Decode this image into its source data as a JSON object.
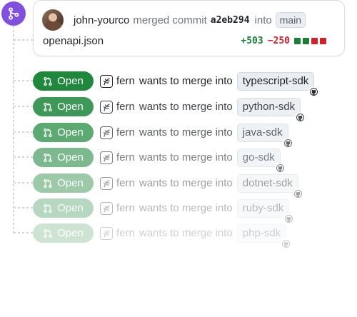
{
  "commit": {
    "author": "john-yourco",
    "action": "merged commit",
    "sha": "a2eb294",
    "into": "into",
    "branch": "main",
    "file": "openapi.json",
    "additions": "+503",
    "deletions": "−250",
    "diff_boxes": [
      "#1a7f37",
      "#1a7f37",
      "#cf222e",
      "#cf222e"
    ]
  },
  "pull_requests": [
    {
      "status": "Open",
      "bot": "fern",
      "text": "wants to merge into",
      "branch": "typescript-sdk",
      "opacity": 1.0
    },
    {
      "status": "Open",
      "bot": "fern",
      "text": "wants to merge into",
      "branch": "python-sdk",
      "opacity": 0.86
    },
    {
      "status": "Open",
      "bot": "fern",
      "text": "wants to merge into",
      "branch": "java-sdk",
      "opacity": 0.72
    },
    {
      "status": "Open",
      "bot": "fern",
      "text": "wants to merge into",
      "branch": "go-sdk",
      "opacity": 0.58
    },
    {
      "status": "Open",
      "bot": "fern",
      "text": "wants to merge into",
      "branch": "dotnet-sdk",
      "opacity": 0.44
    },
    {
      "status": "Open",
      "bot": "fern",
      "text": "wants to merge into",
      "branch": "ruby-sdk",
      "opacity": 0.32
    },
    {
      "status": "Open",
      "bot": "fern",
      "text": "wants to merge into",
      "branch": "php-sdk",
      "opacity": 0.22
    }
  ],
  "colors": {
    "merge": "#8250df",
    "open": "#1f883d",
    "add": "#1a7f37",
    "del": "#cf222e"
  }
}
